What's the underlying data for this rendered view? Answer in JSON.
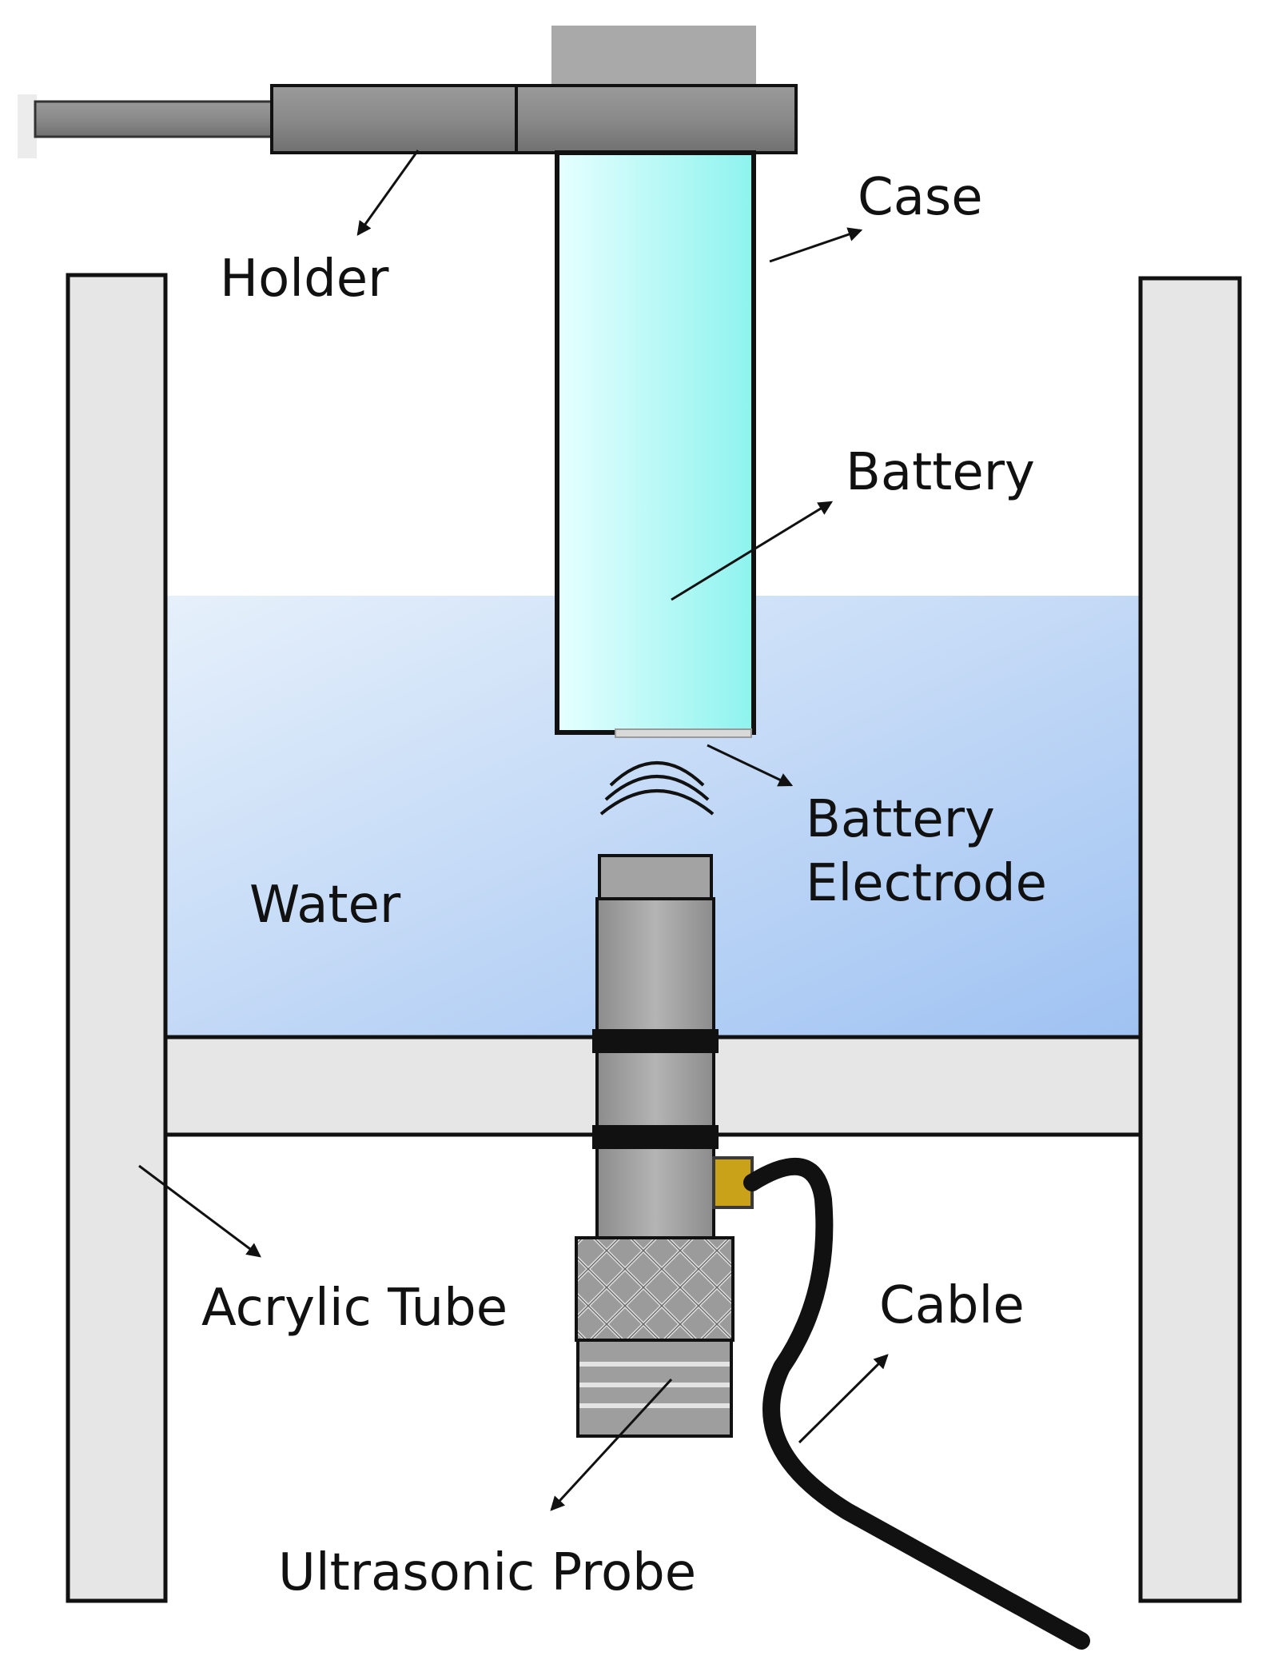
{
  "labels": {
    "holder": "Holder",
    "case": "Case",
    "battery": "Battery",
    "battery_electrode_line1": "Battery",
    "battery_electrode_line2": "Electrode",
    "water": "Water",
    "acrylic_tube": "Acrylic Tube",
    "cable": "Cable",
    "ultrasonic_probe": "Ultrasonic Probe"
  },
  "colors": {
    "water_light": "#e6f0fb",
    "water_dark": "#9fc2f2",
    "battery_light": "#e6ffff",
    "battery_dark": "#8ef3ee",
    "tube": "#e6e6e6",
    "metal": "#9a9a9a",
    "connector": "#c9a21a",
    "outline": "#111111"
  }
}
